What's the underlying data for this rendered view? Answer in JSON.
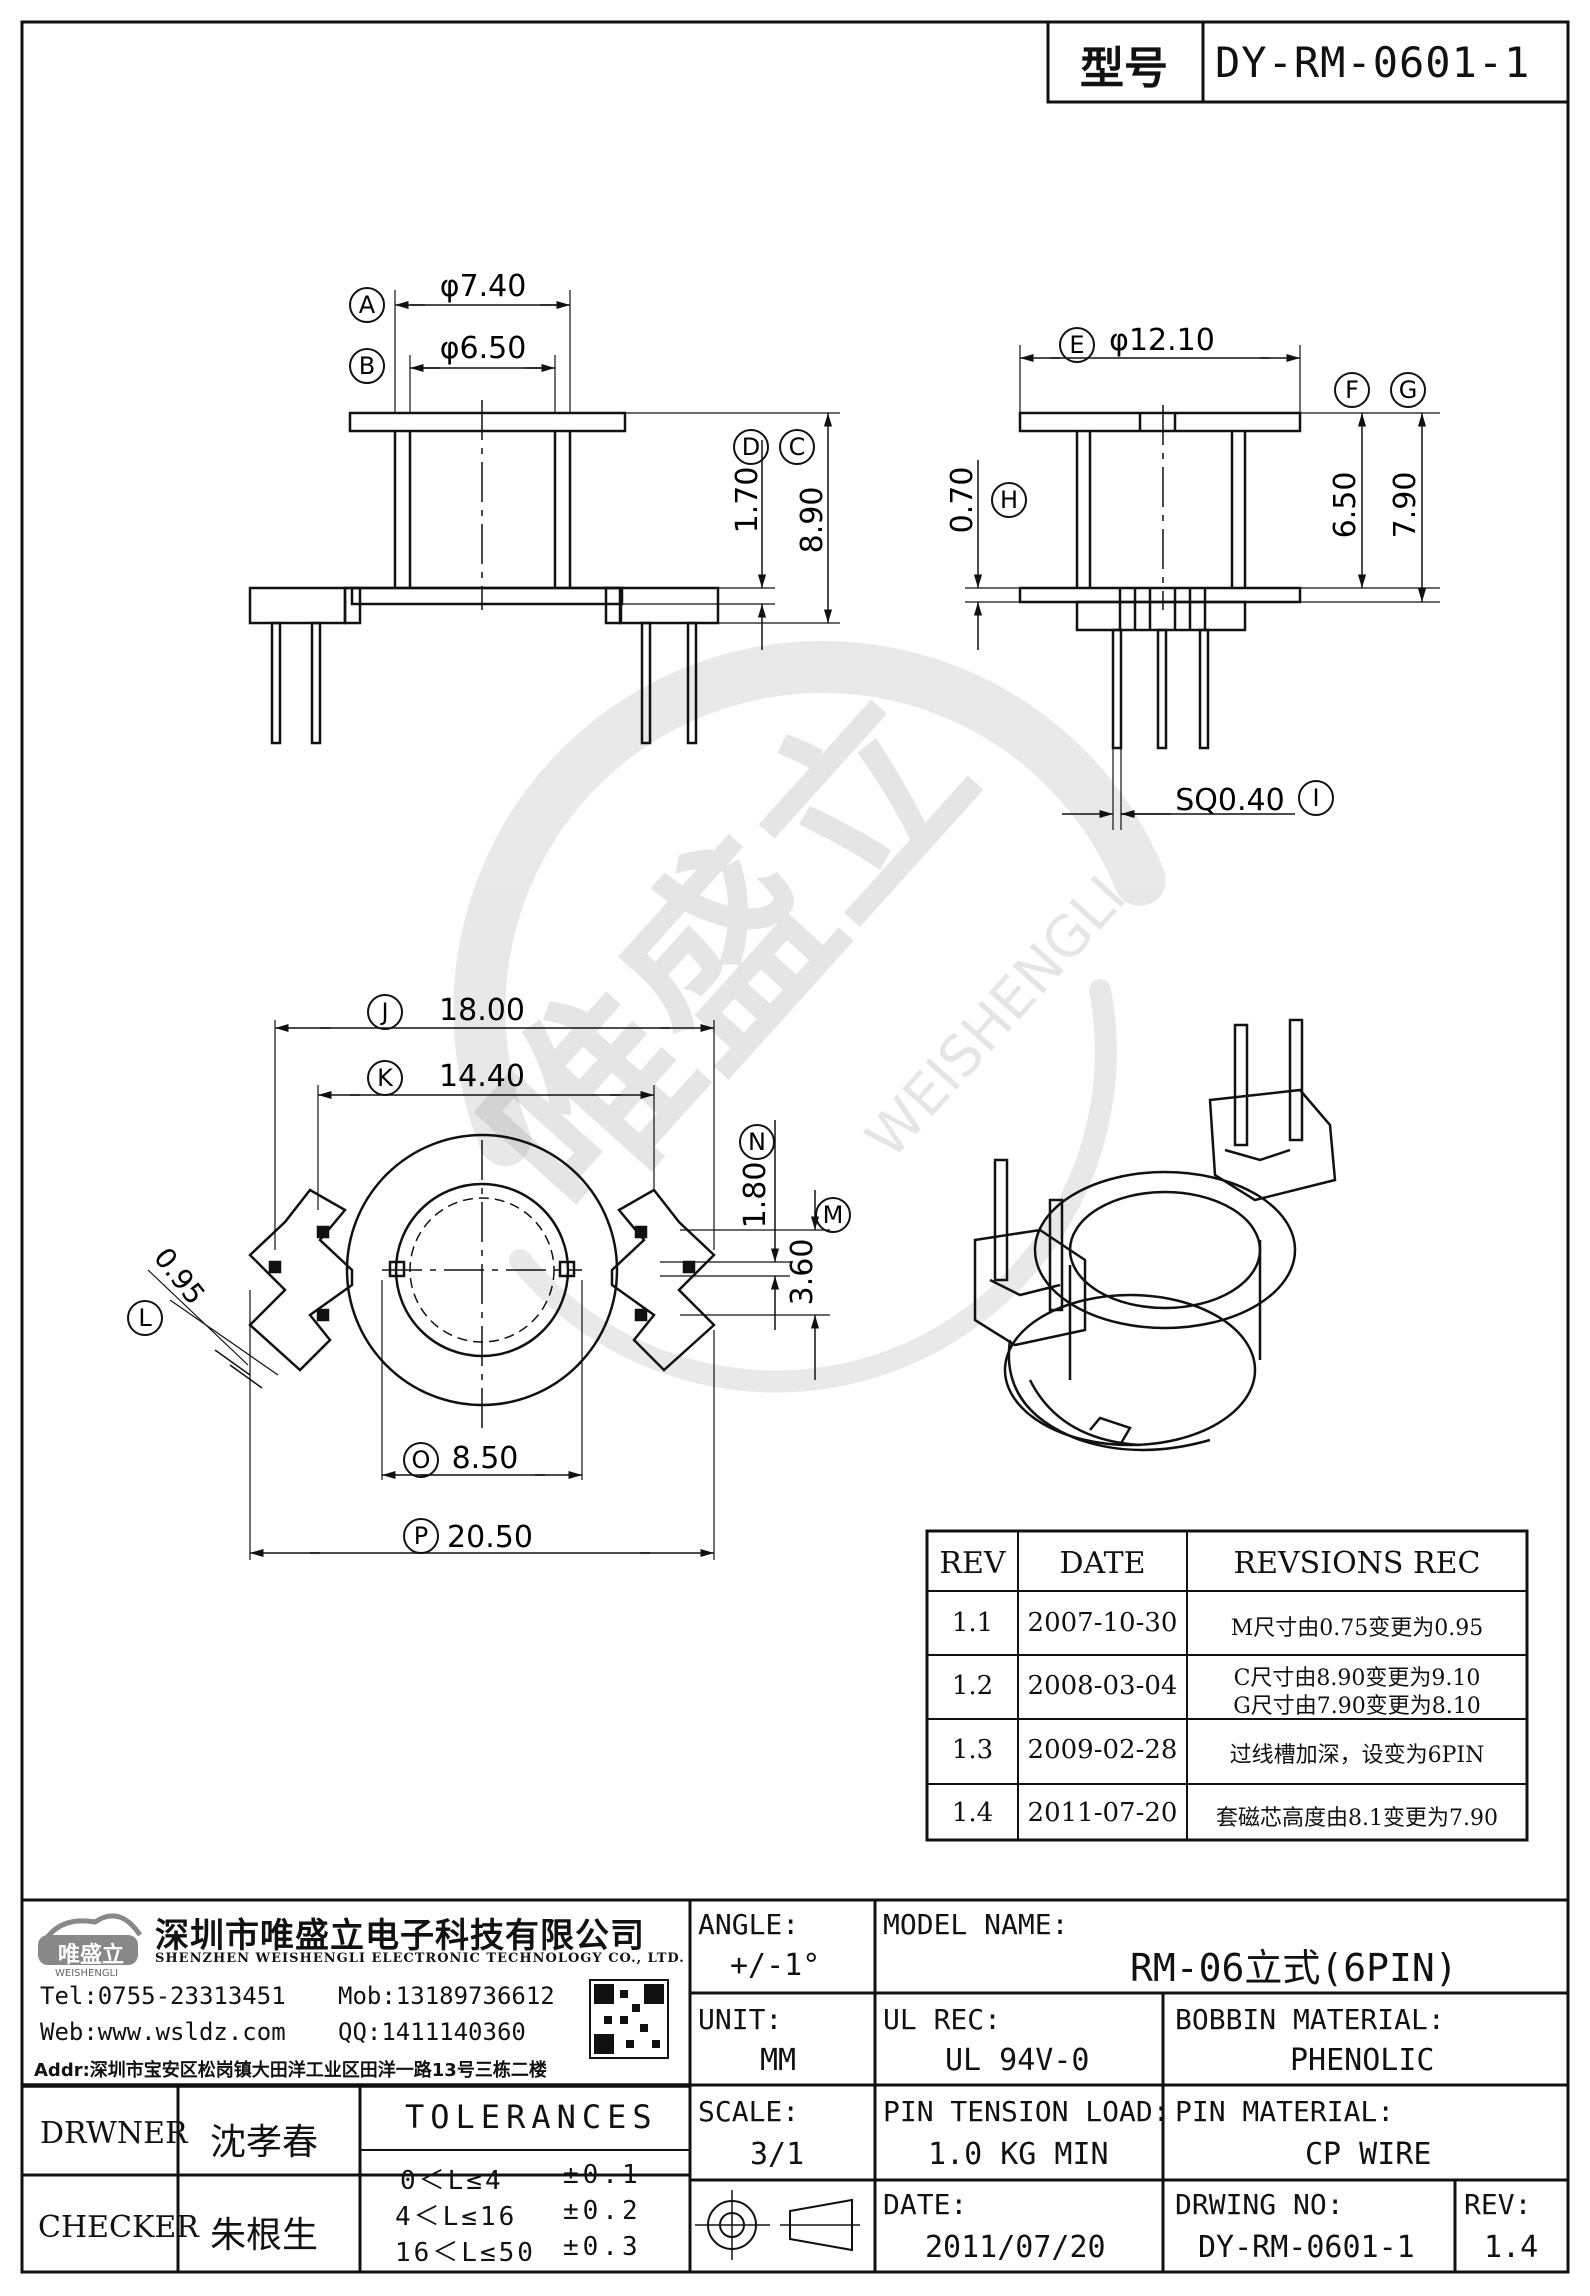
{
  "header": {
    "label": "型号",
    "value": "DY-RM-0601-1"
  },
  "dims": {
    "A": "A",
    "B": "B",
    "C": "C",
    "D": "D",
    "E": "E",
    "F": "F",
    "G": "G",
    "H": "H",
    "I": "I",
    "J": "J",
    "K": "K",
    "L": "L",
    "M": "M",
    "N": "N",
    "O": "O",
    "P": "P",
    "a_val": "φ7.40",
    "b_val": "φ6.50",
    "d_val": "1.70",
    "c_val": "8.90",
    "e_val": "φ12.10",
    "f_val": "6.50",
    "g_val": "7.90",
    "h_val": "0.70",
    "i_val": "SQ0.40",
    "j_val": "18.00",
    "k_val": "14.40",
    "l_val": "0.95",
    "n_val": "1.80",
    "m_val": "3.60",
    "o_val": "8.50",
    "p_val": "20.50"
  },
  "watermark": {
    "cn": "唯盛立",
    "en": "WEISHENGLI"
  },
  "revisions": {
    "headers": [
      "REV",
      "DATE",
      "REVSIONS REC"
    ],
    "rows": [
      {
        "rev": "1.1",
        "date": "2007-10-30",
        "rec1": "M尺寸由0.75变更为0.95",
        "rec2": ""
      },
      {
        "rev": "1.2",
        "date": "2008-03-04",
        "rec1": "C尺寸由8.90变更为9.10",
        "rec2": "G尺寸由7.90变更为8.10"
      },
      {
        "rev": "1.3",
        "date": "2009-02-28",
        "rec1": "过线槽加深，设变为6PIN",
        "rec2": ""
      },
      {
        "rev": "1.4",
        "date": "2011-07-20",
        "rec1": "套磁芯高度由8.1变更为7.90",
        "rec2": ""
      }
    ]
  },
  "company": {
    "logo": "唯盛立",
    "logo_sub": "WEISHENGLI",
    "name_cn": "深圳市唯盛立电子科技有限公司",
    "name_en": "SHENZHEN WEISHENGLI ELECTRONIC TECHNOLOGY CO., LTD.",
    "tel": "Tel:0755-23313451",
    "mob": "Mob:13189736612",
    "web": "Web:www.wsldz.com",
    "qq": "QQ:1411140360",
    "addr": "Addr:深圳市宝安区松岗镇大田洋工业区田洋一路13号三栋二楼"
  },
  "title_block": {
    "angle_label": "ANGLE:",
    "angle_value": "+/-1°",
    "model_label": "MODEL NAME:",
    "model_value": "RM-06立式(6PIN)",
    "unit_label": "UNIT:",
    "unit_value": "MM",
    "ul_label": "UL REC:",
    "ul_value": "UL 94V-0",
    "bobbin_label": "BOBBIN MATERIAL:",
    "bobbin_value": "PHENOLIC",
    "scale_label": "SCALE:",
    "scale_value": "3/1",
    "tension_label": "PIN TENSION LOAD:",
    "tension_value": "1.0 KG MIN",
    "pinmat_label": "PIN MATERIAL:",
    "pinmat_value": "CP WIRE",
    "date_label": "DATE:",
    "date_value": "2011/07/20",
    "drwno_label": "DRWING NO:",
    "drwno_value": "DY-RM-0601-1",
    "rev_label": "REV:",
    "rev_value": "1.4",
    "drawner_label": "DRWNER",
    "drawner_value": "沈孝春",
    "checker_label": "CHECKER",
    "checker_value": "朱根生",
    "tol_label": "TOLERANCES",
    "tol": [
      {
        "range": "0＜L≤4",
        "val": "±0.1"
      },
      {
        "range": "4＜L≤16",
        "val": "±0.2"
      },
      {
        "range": "16＜L≤50",
        "val": "±0.3"
      }
    ]
  }
}
